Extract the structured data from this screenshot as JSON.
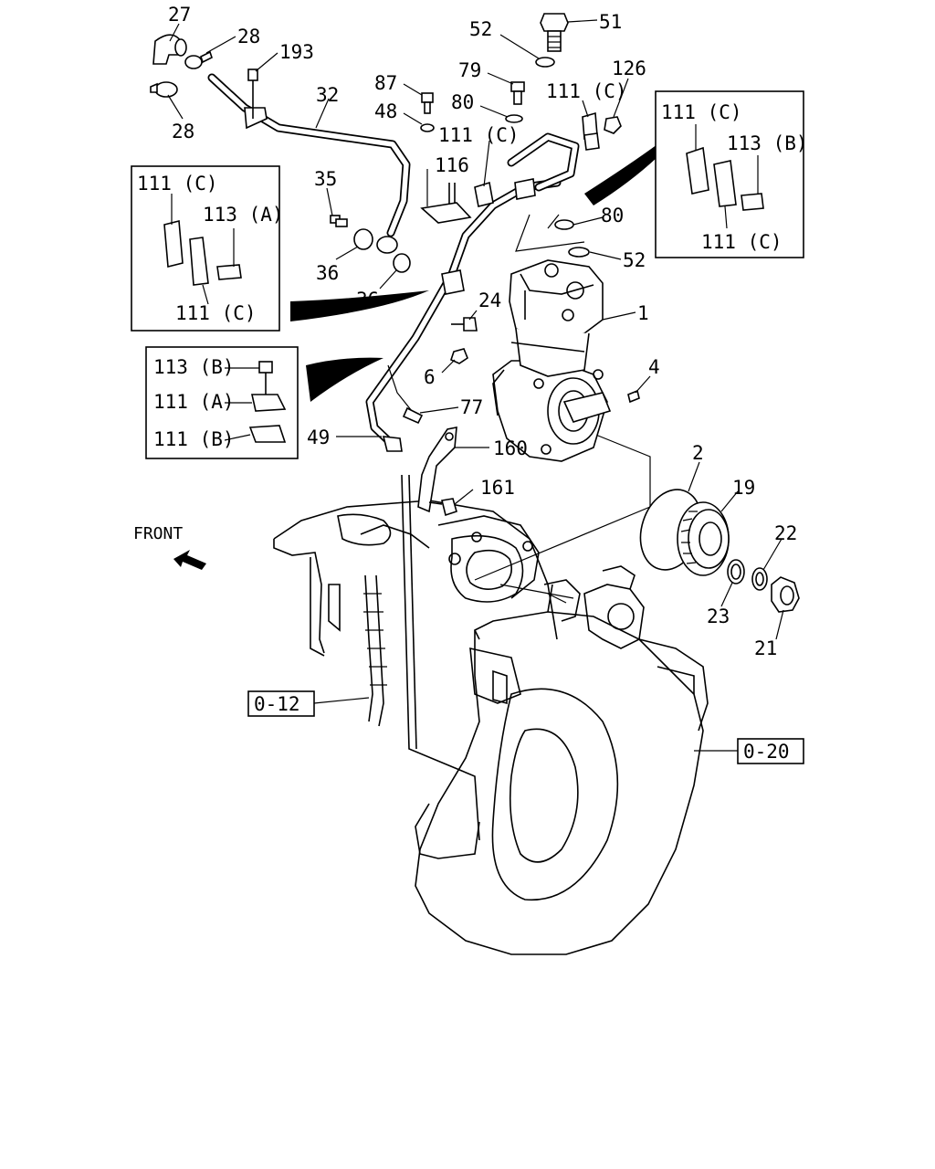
{
  "callouts": {
    "c27": "27",
    "c28a": "28",
    "c28b": "28",
    "c193": "193",
    "c32": "32",
    "c52a": "52",
    "c51": "51",
    "c79": "79",
    "c126": "126",
    "c87": "87",
    "c48": "48",
    "c80a": "80",
    "c111c_a": "111 (C)",
    "c111c_b": "111 (C)",
    "c116": "116",
    "c35": "35",
    "c36a": "36",
    "c36b": "36",
    "c80b": "80",
    "c52b": "52",
    "c24": "24",
    "c1": "1",
    "c6": "6",
    "c4": "4",
    "c77": "77",
    "c49": "49",
    "c160": "160",
    "c161": "161",
    "c2": "2",
    "c19": "19",
    "c22": "22",
    "c23": "23",
    "c21": "21"
  },
  "inset_left_top": {
    "a": "111 (C)",
    "b": "113 (A)",
    "c": "111 (C)"
  },
  "inset_left_mid": {
    "a": "113 (B)",
    "b": "111 (A)",
    "c": "111 (B)"
  },
  "inset_right": {
    "a": "111 (C)",
    "b": "113 (B)",
    "c": "111 (C)"
  },
  "front_label": "FRONT",
  "ref_boxes": {
    "left": "0-12",
    "right": "0-20"
  }
}
